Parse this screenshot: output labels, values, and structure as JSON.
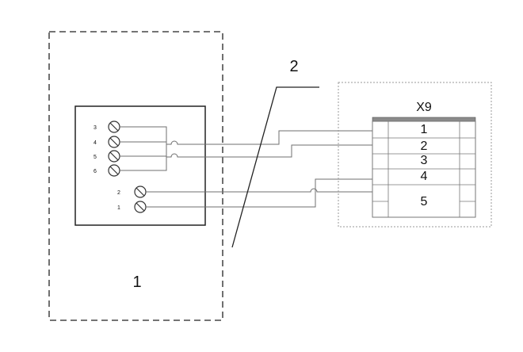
{
  "diagram": {
    "device_label": "1",
    "cable_label": "2",
    "connector_title": "X9",
    "device_terminals": [
      "3",
      "4",
      "5",
      "6",
      "2",
      "1"
    ],
    "connector_terminals": [
      "1",
      "2",
      "3",
      "4",
      "5"
    ],
    "colors": {
      "line": "#222222",
      "wire": "#6f6f6f",
      "dotted": "#9a9a9a",
      "connector_bar": "#8a8a8a"
    }
  }
}
